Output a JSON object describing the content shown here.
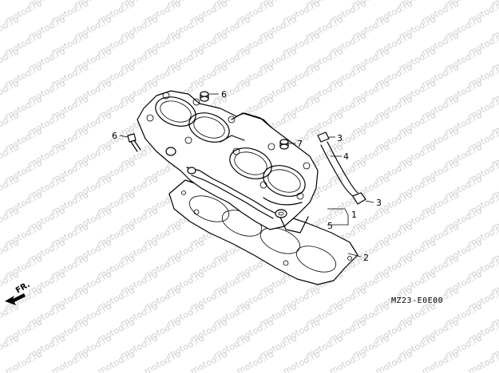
{
  "watermark": {
    "text": "motod.ru"
  },
  "callouts": [
    {
      "id": "c1",
      "label": "1"
    },
    {
      "id": "c2",
      "label": "2"
    },
    {
      "id": "c3a",
      "label": "3"
    },
    {
      "id": "c3b",
      "label": "3"
    },
    {
      "id": "c4",
      "label": "4"
    },
    {
      "id": "c5",
      "label": "5"
    },
    {
      "id": "c6a",
      "label": "6"
    },
    {
      "id": "c6b",
      "label": "6"
    },
    {
      "id": "c7",
      "label": "7"
    }
  ],
  "direction": {
    "label": "FR."
  },
  "diagram_code": "MZ23-E0E00"
}
